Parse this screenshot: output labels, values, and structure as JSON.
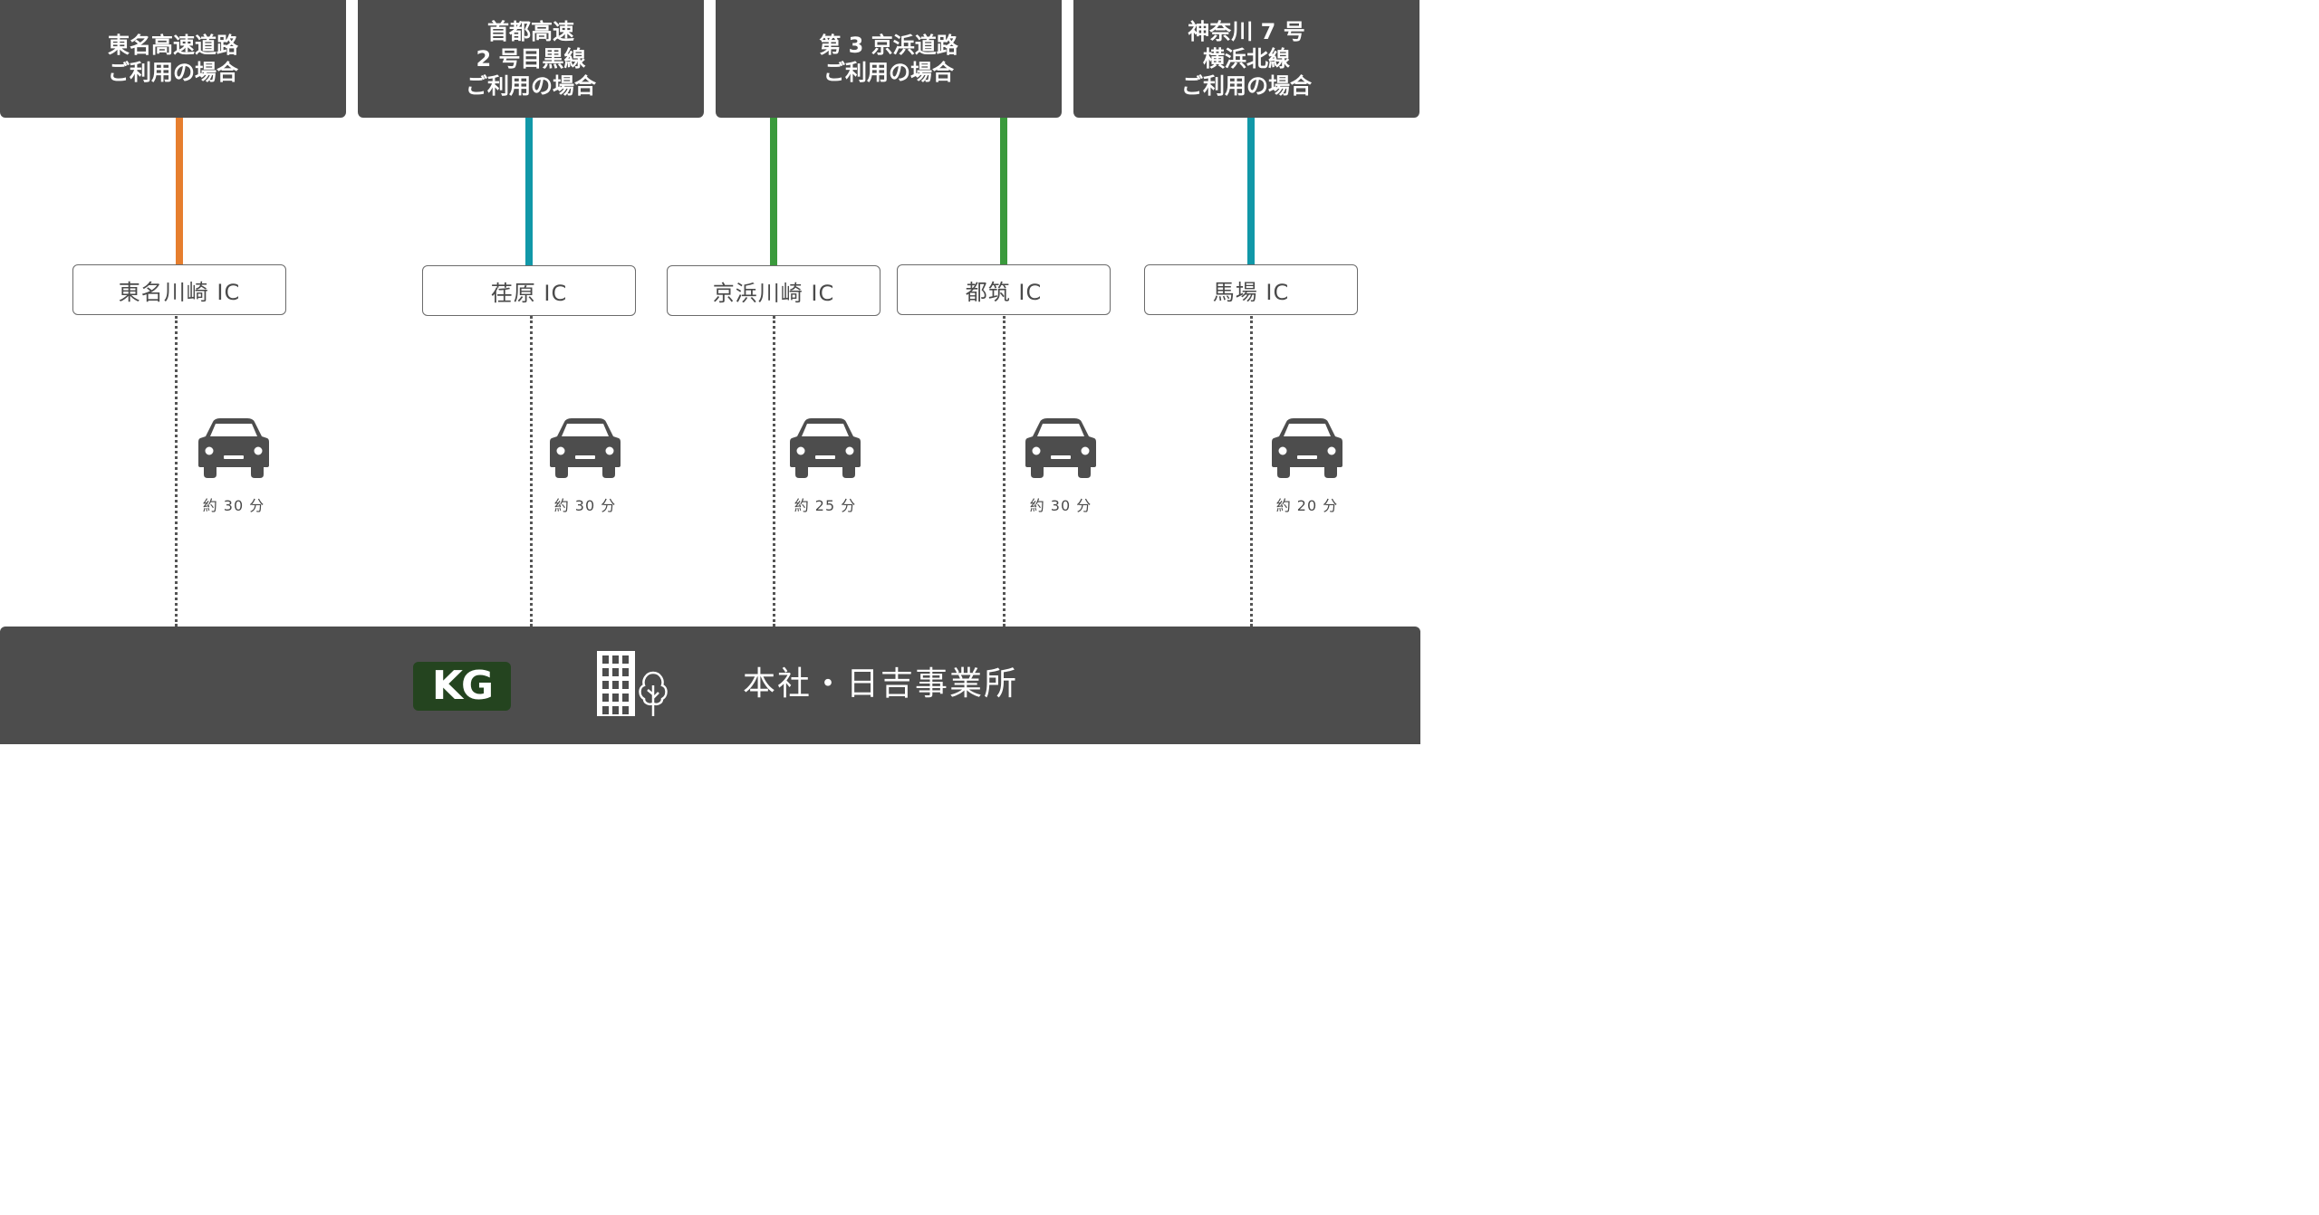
{
  "colors": {
    "header_bg": "#4d4d4d",
    "tomei": "#e67e2e",
    "shuto": "#1198a8",
    "daisan_keihin": "#3a9a3c",
    "yokohama_hokusen": "#1198a8",
    "logo_bg": "#24441f"
  },
  "routes": [
    {
      "title": "東名高速道路\nご利用の場合"
    },
    {
      "title": "首都高速\n2 号目黒線\nご利用の場合"
    },
    {
      "title": "第 3 京浜道路\nご利用の場合"
    },
    {
      "title": "神奈川 7 号\n横浜北線\nご利用の場合"
    }
  ],
  "interchanges": [
    {
      "name": "東名川崎 IC",
      "time": "約 30 分",
      "icon": "car-icon"
    },
    {
      "name": "荏原 IC",
      "time": "約 30 分",
      "icon": "car-icon"
    },
    {
      "name": "京浜川崎 IC",
      "time": "約 25 分",
      "icon": "car-icon"
    },
    {
      "name": "都筑 IC",
      "time": "約 30 分",
      "icon": "car-icon"
    },
    {
      "name": "馬場 IC",
      "time": "約 20 分",
      "icon": "car-icon"
    }
  ],
  "destination": {
    "logo_text": "KG",
    "icon": "building-tree-icon",
    "name": "本社・日吉事業所"
  }
}
